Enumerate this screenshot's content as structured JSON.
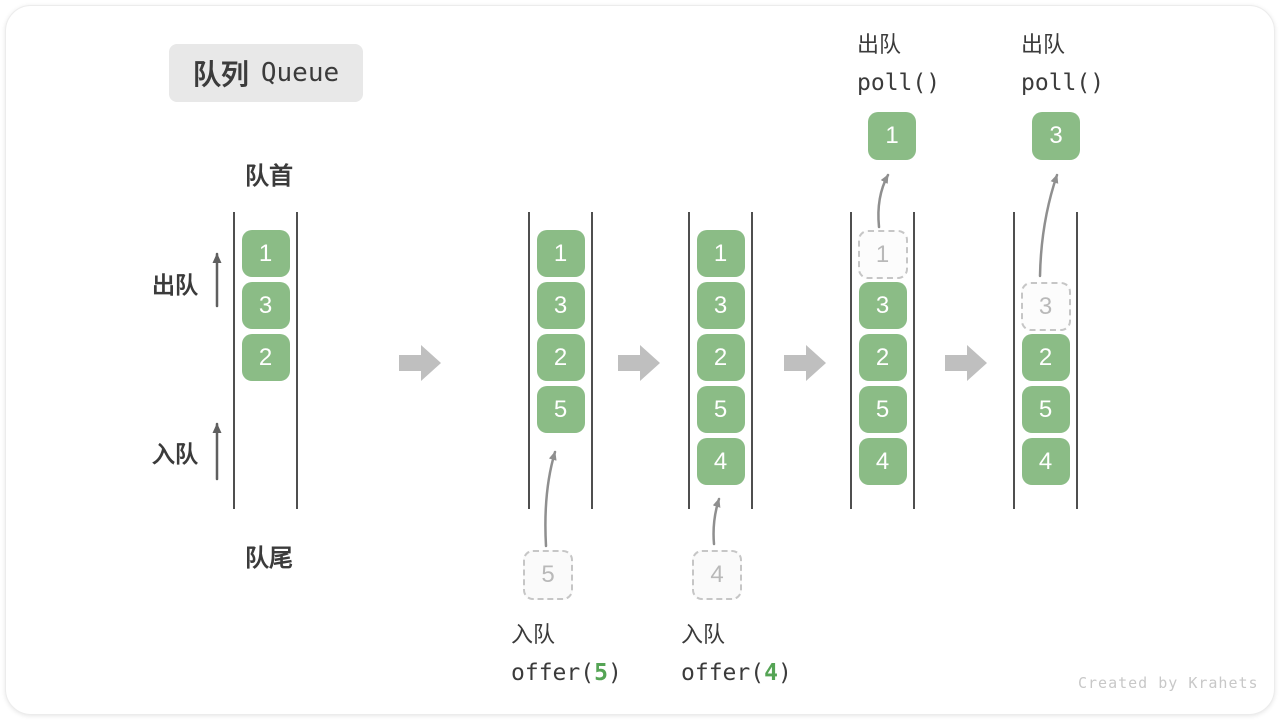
{
  "title": {
    "zh": "队列",
    "en": "Queue"
  },
  "labels": {
    "front": "队首",
    "rear": "队尾",
    "dequeue_side": "出队",
    "enqueue_side": "入队"
  },
  "queue_states": [
    {
      "slots": [
        {
          "value": "1",
          "type": "solid"
        },
        {
          "value": "3",
          "type": "solid"
        },
        {
          "value": "2",
          "type": "solid"
        }
      ]
    },
    {
      "slots": [
        {
          "value": "1",
          "type": "solid"
        },
        {
          "value": "3",
          "type": "solid"
        },
        {
          "value": "2",
          "type": "solid"
        },
        {
          "value": "5",
          "type": "solid"
        }
      ]
    },
    {
      "slots": [
        {
          "value": "1",
          "type": "solid"
        },
        {
          "value": "3",
          "type": "solid"
        },
        {
          "value": "2",
          "type": "solid"
        },
        {
          "value": "5",
          "type": "solid"
        },
        {
          "value": "4",
          "type": "solid"
        }
      ]
    },
    {
      "slots": [
        {
          "value": "1",
          "type": "ghost"
        },
        {
          "value": "3",
          "type": "solid"
        },
        {
          "value": "2",
          "type": "solid"
        },
        {
          "value": "5",
          "type": "solid"
        },
        {
          "value": "4",
          "type": "solid"
        }
      ]
    },
    {
      "slots": [
        {
          "value": "",
          "type": "empty"
        },
        {
          "value": "3",
          "type": "ghost"
        },
        {
          "value": "2",
          "type": "solid"
        },
        {
          "value": "5",
          "type": "solid"
        },
        {
          "value": "4",
          "type": "solid"
        }
      ]
    }
  ],
  "operations": {
    "enqueue5": {
      "label": "入队",
      "code_prefix": "offer(",
      "arg": "5",
      "code_suffix": ")",
      "ghost_value": "5"
    },
    "enqueue4": {
      "label": "入队",
      "code_prefix": "offer(",
      "arg": "4",
      "code_suffix": ")",
      "ghost_value": "4"
    },
    "poll1": {
      "label": "出队",
      "code": "poll()",
      "result": "1"
    },
    "poll3": {
      "label": "出队",
      "code": "poll()",
      "result": "3"
    }
  },
  "watermark": "Created by Krahets",
  "colors": {
    "item_green": "#8bbc86",
    "code_green": "#55a455",
    "text_dark": "#3b3b3b",
    "title_bg": "#e8e8e8",
    "queue_line": "#4f4f4f",
    "side_arrow": "#5f5f5f",
    "curve_arrow": "#8f8f8f",
    "block_arrow": "#bfbfbf",
    "ghost_border": "#c6c6c6",
    "ghost_text": "#b9b9b9",
    "watermark": "#c8c8c8"
  }
}
